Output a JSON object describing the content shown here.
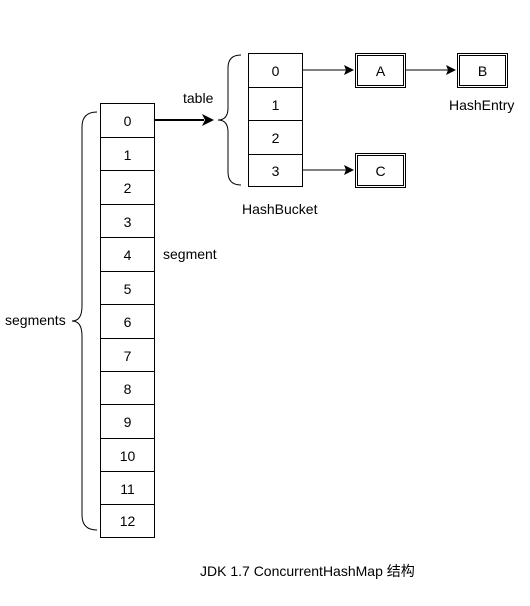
{
  "segments": {
    "brace_label": "segments",
    "side_label": "segment",
    "cells": [
      "0",
      "1",
      "2",
      "3",
      "4",
      "5",
      "6",
      "7",
      "8",
      "9",
      "10",
      "11",
      "12"
    ]
  },
  "table": {
    "arrow_label": "table",
    "caption": "HashBucket",
    "cells": [
      "0",
      "1",
      "2",
      "3"
    ]
  },
  "entries": {
    "a": "A",
    "b": "B",
    "c": "C",
    "caption": "HashEntry"
  },
  "figure_caption": "JDK 1.7 ConcurrentHashMap 结构"
}
